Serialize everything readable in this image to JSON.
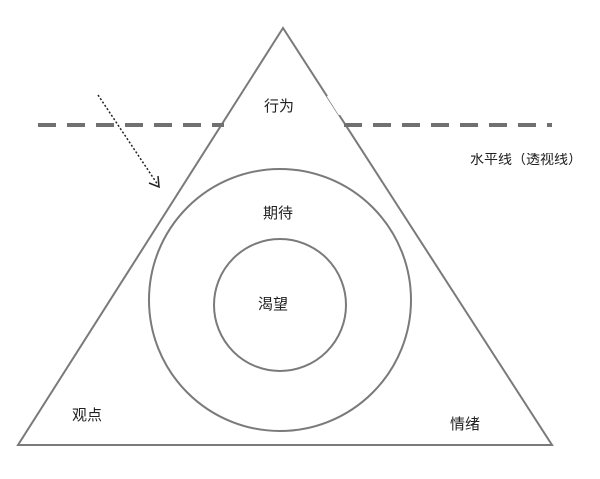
{
  "diagram": {
    "labels": {
      "behavior": "行为",
      "expectation": "期待",
      "desire": "渴望",
      "viewpoint": "观点",
      "emotion": "情绪",
      "horizon": "水平线（透视线）"
    },
    "colors": {
      "outline": "#7a7a7a",
      "dashed_line": "#707070",
      "arrow": "#222222",
      "text": "#222222",
      "background": "#ffffff"
    }
  }
}
